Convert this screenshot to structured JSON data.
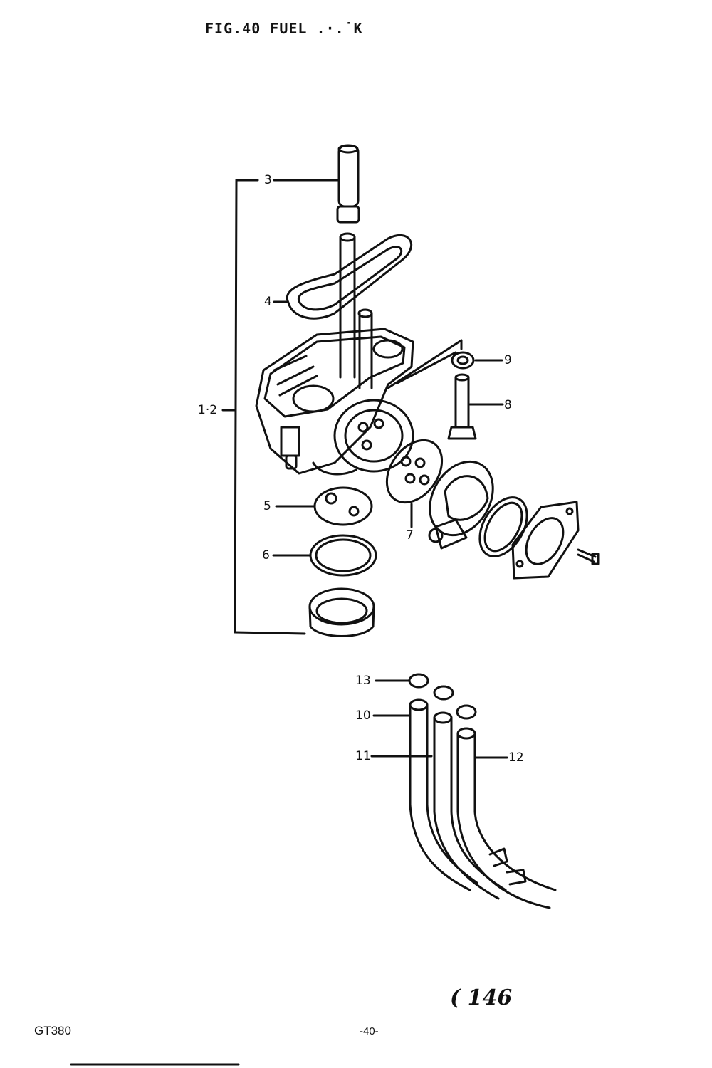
{
  "header": {
    "title": "FIG.40 FUEL .·.˙K"
  },
  "callouts": {
    "c1_2": "1·2",
    "c3": "3",
    "c4": "4",
    "c5": "5",
    "c6": "6",
    "c7": "7",
    "c8": "8",
    "c9": "9",
    "c10": "10",
    "c11": "11",
    "c12": "12",
    "c13": "13"
  },
  "footer": {
    "model": "GT380",
    "page": "-40-",
    "stamp": "( 146"
  }
}
